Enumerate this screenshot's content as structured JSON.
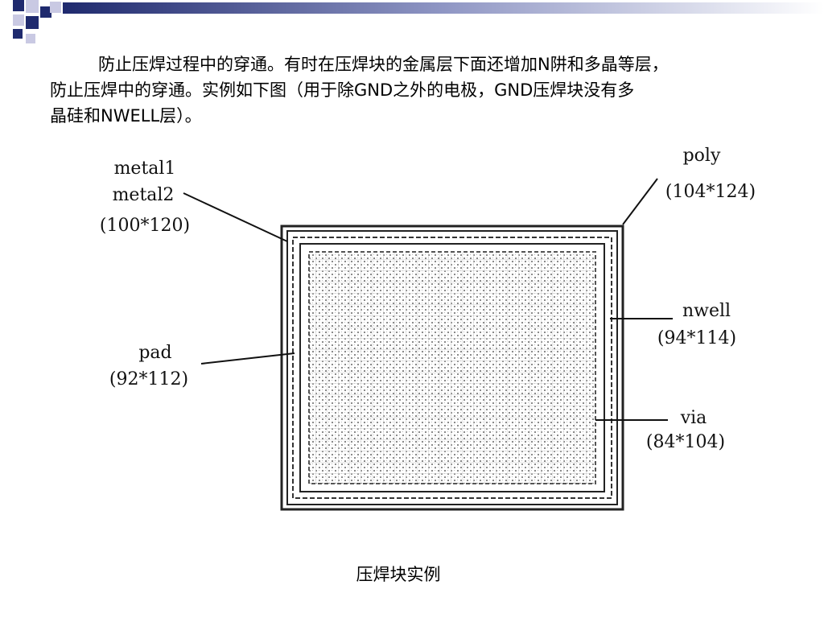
{
  "paragraph": {
    "line1": "防止压焊过程中的穿通。有时在压焊块的金属层下面还增加N阱和多晶等层，",
    "line2": "防止压焊中的穿通。实例如下图（用于除GND之外的电极，GND压焊块没有多",
    "line3": "晶硅和NWELL层）。"
  },
  "diagram": {
    "labels": {
      "metal1": "metal1",
      "metal2": "metal2",
      "metal_size": "(100*120)",
      "poly": "poly",
      "poly_size": "(104*124)",
      "pad": "pad",
      "pad_size": "(92*112)",
      "nwell": "nwell",
      "nwell_size": "(94*114)",
      "via": "via",
      "via_size": "(84*104)"
    }
  },
  "caption": "压焊块实例",
  "colors": {
    "accent": "#1f2a6e",
    "line": "#222222",
    "mesh": "#aaaaaa"
  }
}
